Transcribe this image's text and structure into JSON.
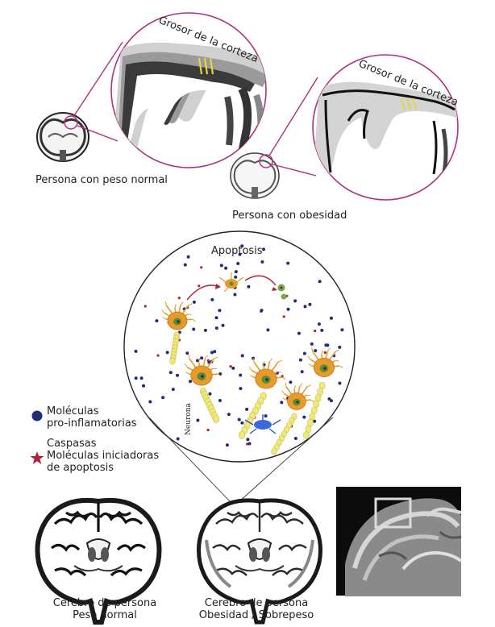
{
  "top": {
    "cortex_label_left": "Grosor de la corteza",
    "cortex_label_right": "Grosor de la corteza",
    "caption_normal": "Persona con peso normal",
    "caption_obese": "Persona con obesidad"
  },
  "apoptosis": {
    "title": "Apoptosis",
    "neuron_label": "Neurona"
  },
  "legend": {
    "molecules_line1": "Moléculas",
    "molecules_line2": "pro-inflamatorias",
    "caspases_line1": "Caspasas",
    "caspases_line2": "Moléculas iniciadoras",
    "caspases_line3": "de apoptosis",
    "molecule_color": "#1f2d7a",
    "caspase_color": "#b0203a"
  },
  "bottom": {
    "caption_normal_line1": "Cerebro de persona",
    "caption_normal_line2": "Peso normal",
    "caption_obese_line1": "Cerebro de persona",
    "caption_obese_line2": "Obesidad / Sobrepeso"
  },
  "colors": {
    "magenta": "#b0307a",
    "neuron_body": "#e89a2a",
    "axon": "#efe880",
    "nucleus": "#5c8a3a"
  }
}
